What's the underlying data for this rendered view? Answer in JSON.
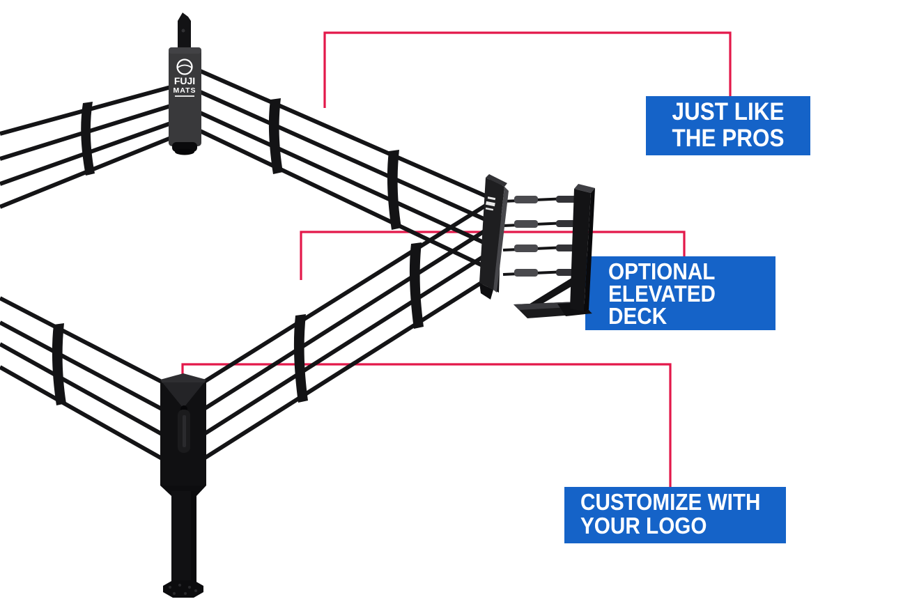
{
  "illustration": {
    "subject": "Boxing ring corner frame with optional elevated deck attachment",
    "brand_logo": {
      "line1": "FUJI",
      "line2": "MATS"
    }
  },
  "callouts": {
    "pros": {
      "lines": [
        "JUST LIKE",
        "THE PROS"
      ]
    },
    "deck": {
      "lines": [
        "OPTIONAL",
        "ELEVATED",
        "DECK"
      ]
    },
    "logo": {
      "lines": [
        "CUSTOMIZE WITH",
        "YOUR LOGO"
      ]
    }
  },
  "colors": {
    "accent_blue": "#1563C8",
    "accent_red": "#E3184A",
    "ring_black": "#121214",
    "pad_gray": "#39393B",
    "background": "#FFFFFF"
  }
}
